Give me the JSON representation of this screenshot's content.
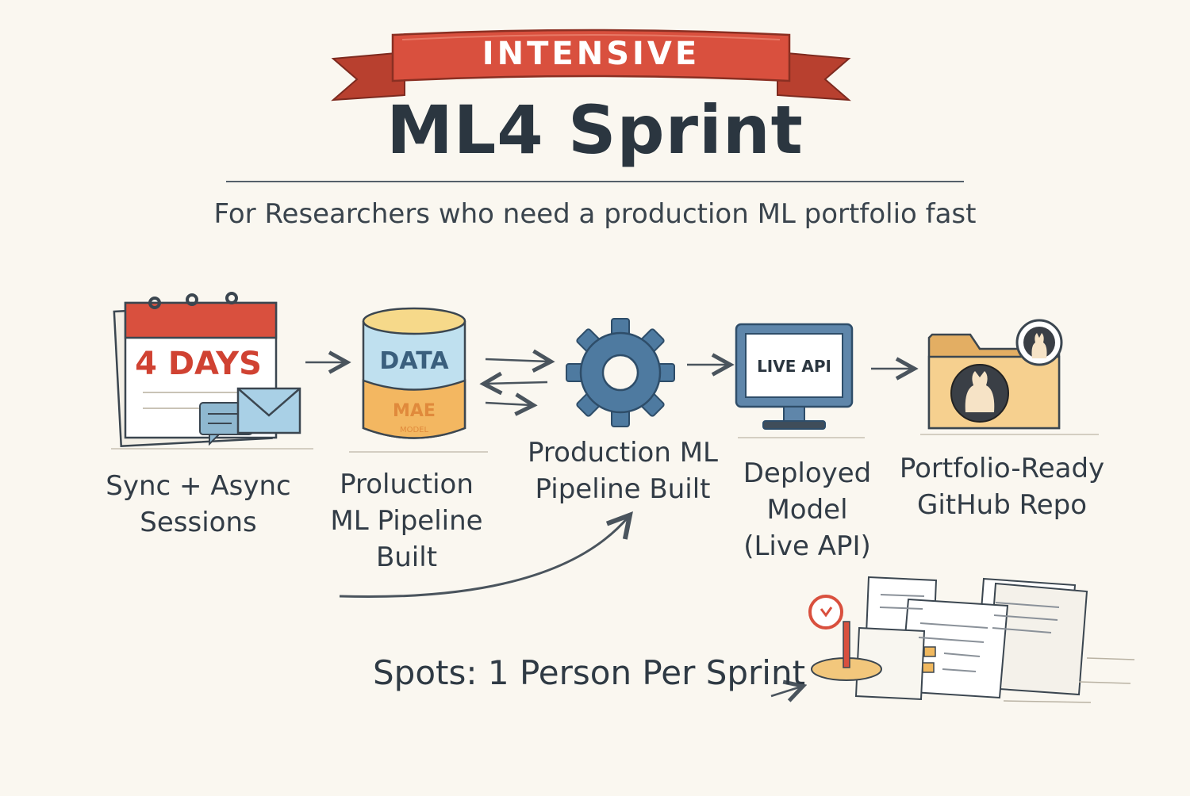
{
  "banner": {
    "text": "INTENSIVE"
  },
  "title": "ML4 Sprint",
  "subtitle": "For Researchers who need a production ML portfolio fast",
  "steps": [
    {
      "icon": "calendar-icon",
      "icon_text": "4 DAYS",
      "lines": [
        "Sync + Async",
        "Sessions"
      ]
    },
    {
      "icon": "database-icon",
      "icon_text": "DATA",
      "icon_text_2": "MAE",
      "icon_text_3": "MODEL",
      "lines": [
        "Proluction",
        "ML Pipeline",
        "Built"
      ]
    },
    {
      "icon": "gear-icon",
      "lines": [
        "Production ML",
        "Pipeline Built"
      ]
    },
    {
      "icon": "monitor-icon",
      "icon_text": "LIVE API",
      "lines": [
        "Deployed",
        "Model",
        "(Live API)"
      ]
    },
    {
      "icon": "github-folder-icon",
      "lines": [
        "Portfolio-Ready",
        "GitHub Repo"
      ]
    }
  ],
  "spots": "Spots: 1 Person Per Sprint",
  "colors": {
    "banner": "#d9503e",
    "ink": "#2f3a44",
    "accent_blue": "#4e7aa0",
    "accent_orange": "#f0b85e",
    "paper": "#faf7f0"
  }
}
